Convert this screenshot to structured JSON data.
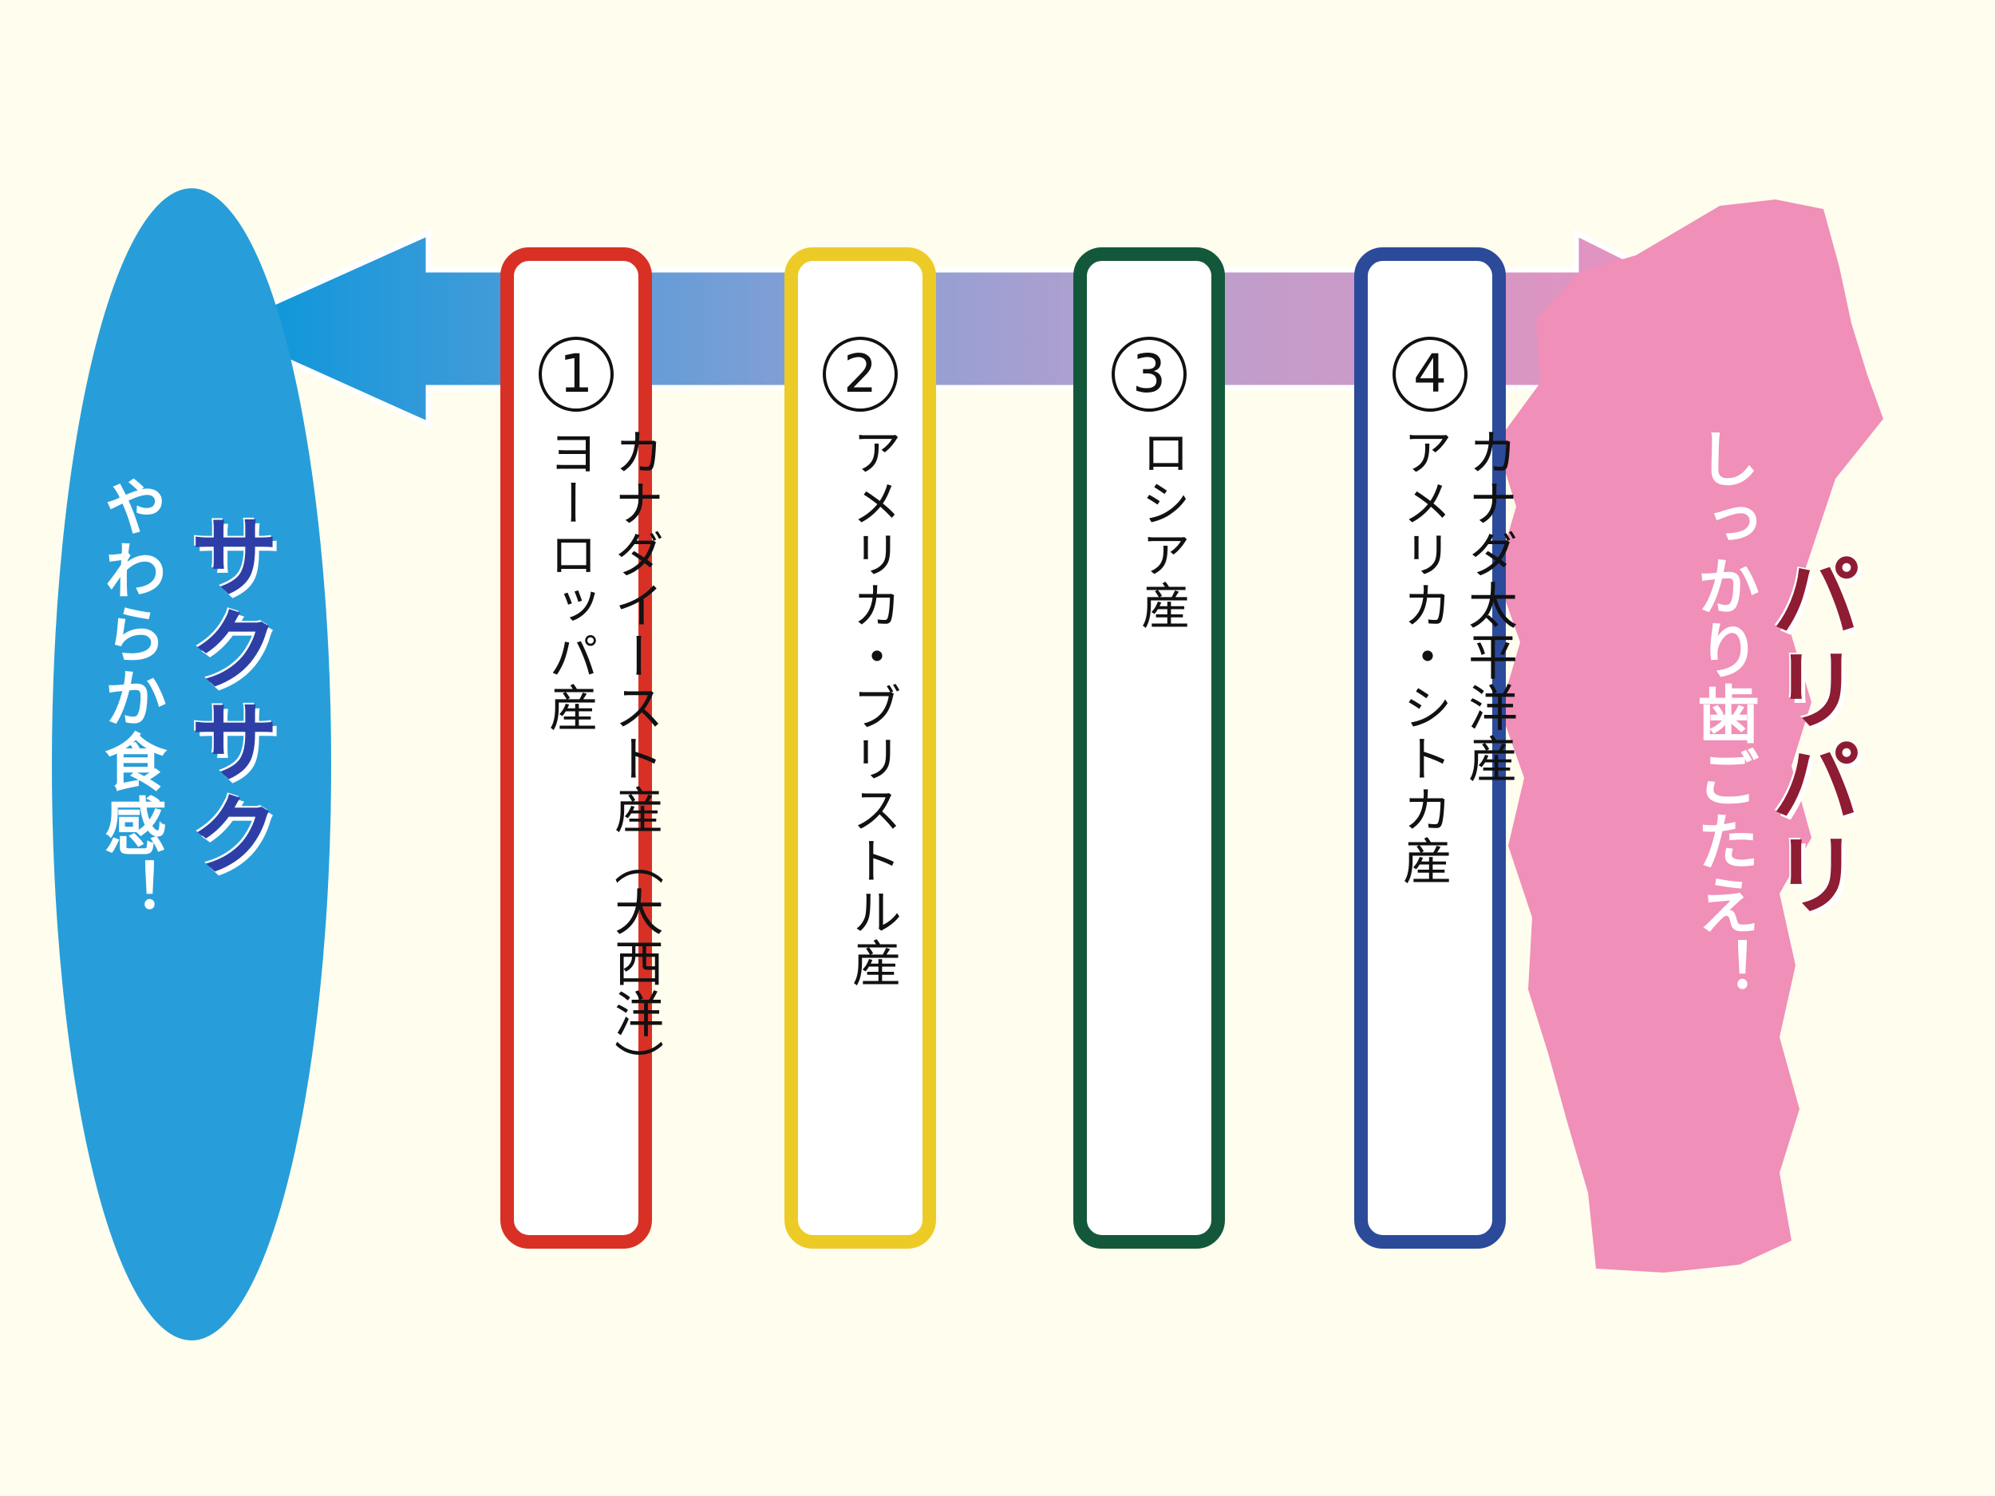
{
  "colors": {
    "background": "#FEFDEE",
    "left_blue": "#279ED9",
    "right_pink": "#F08FB8",
    "box1": "#D93026",
    "box2": "#EDCB27",
    "box3": "#13583A",
    "box4": "#2B4A9A"
  },
  "left": {
    "title": "サクサク",
    "subtitle": "やわらか食感！"
  },
  "right": {
    "title": "パリパリ",
    "subtitle": "しっかり歯ごたえ！"
  },
  "boxes": [
    {
      "number": "1",
      "lines": [
        "カナダイースト産（大西洋）",
        "ヨーロッパ産"
      ]
    },
    {
      "number": "2",
      "lines": [
        "アメリカ・ブリストル産"
      ]
    },
    {
      "number": "3",
      "lines": [
        "ロシア産"
      ]
    },
    {
      "number": "4",
      "lines": [
        "カナダ太平洋産",
        "アメリカ・シトカ産"
      ]
    }
  ]
}
